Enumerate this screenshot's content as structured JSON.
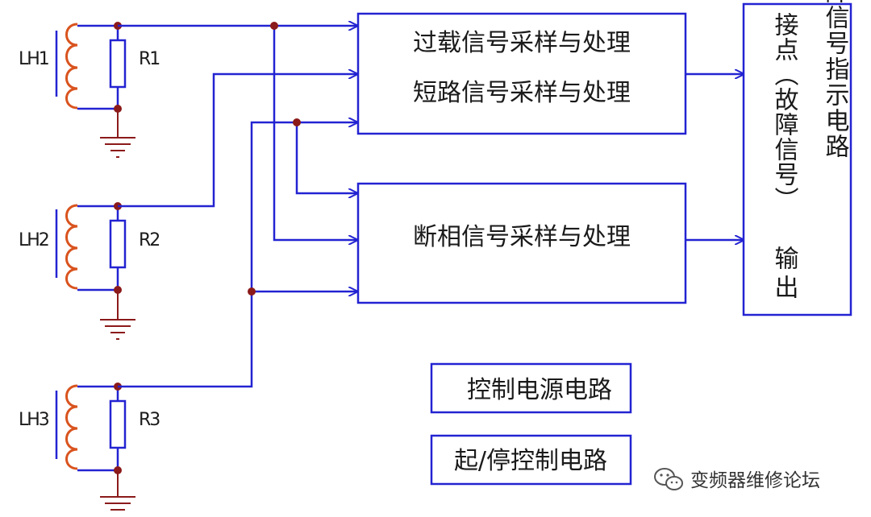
{
  "colors": {
    "wire": "#2323d2",
    "coil": "#d9531e",
    "node": "#8b1a1a",
    "ground": "#8b1a1a",
    "component": "#2323d2",
    "text": "#1a1a1a"
  },
  "sensors": [
    {
      "coil_label": "LH1",
      "resistor_label": "R1"
    },
    {
      "coil_label": "LH2",
      "resistor_label": "R2"
    },
    {
      "coil_label": "LH3",
      "resistor_label": "R3"
    }
  ],
  "blocks": {
    "overload": "过载信号采样与处理",
    "short_circuit": "短路信号采样与处理",
    "phase_loss": "断相信号采样与处理",
    "fault_indicator_title": "故障信号指示电路",
    "fault_indicator_sub1": "接点（故障信号）",
    "fault_indicator_sub2": "输出",
    "power_control": "控制电源电路",
    "start_stop_control": "起/停控制电路"
  },
  "watermark": {
    "text": "变频器维修论坛",
    "icon": "wechat-icon"
  }
}
